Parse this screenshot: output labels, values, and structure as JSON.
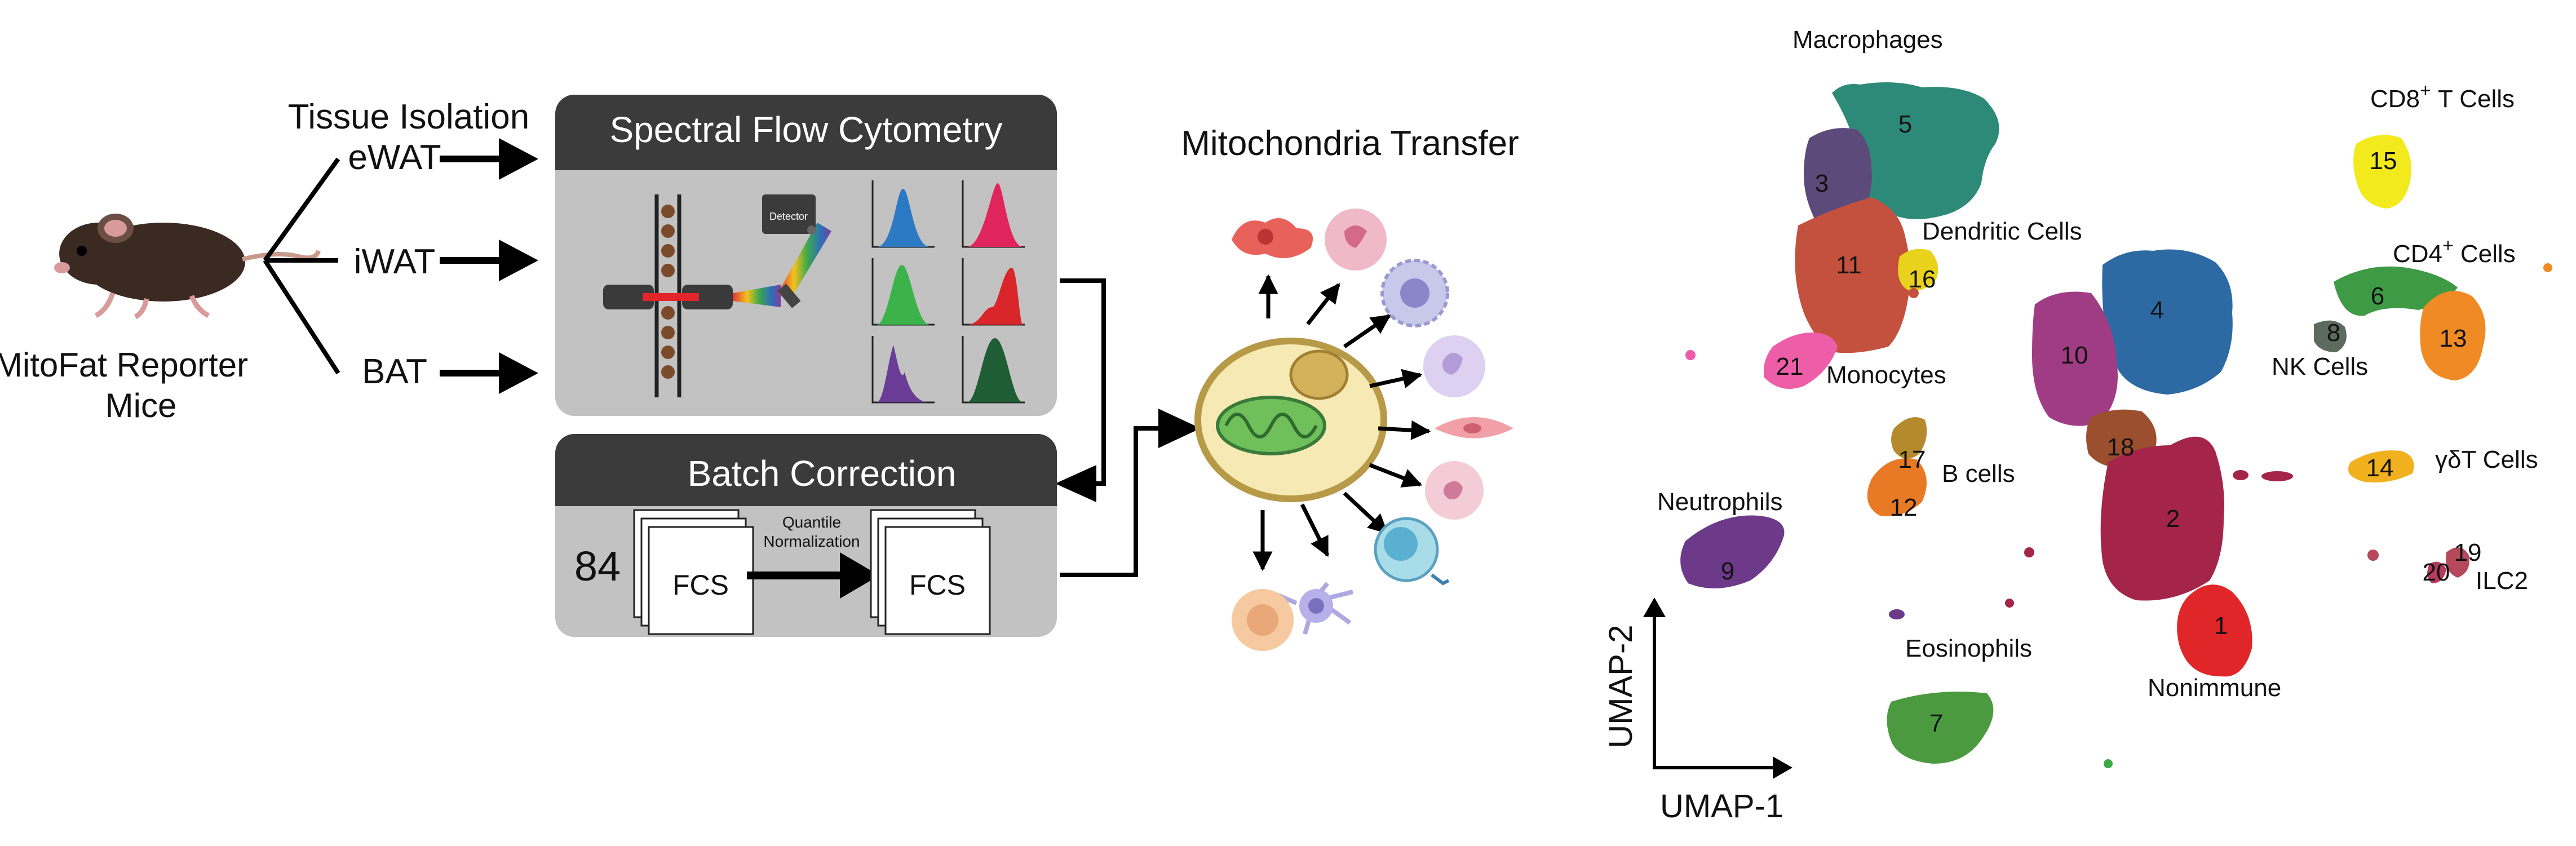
{
  "mouse": {
    "label_line1": "MitoFat Reporter",
    "label_line2": "Mice"
  },
  "tissue": {
    "title": "Tissue Isolation",
    "items": [
      "eWAT",
      "iWAT",
      "BAT"
    ]
  },
  "flow_panel": {
    "title": "Spectral Flow Cytometry",
    "detector_label": "Detector"
  },
  "batch_panel": {
    "title": "Batch Correction",
    "count": "84",
    "file_label": "FCS",
    "method_line1": "Quantile",
    "method_line2": "Normalization"
  },
  "transfer": {
    "title": "Mitochondria Transfer"
  },
  "umap": {
    "xlabel": "UMAP-1",
    "ylabel": "UMAP-2",
    "labels": {
      "macrophages": "Macrophages",
      "dendritic": "Dendritic Cells",
      "monocytes": "Monocytes",
      "neutrophils": "Neutrophils",
      "bcells": "B cells",
      "eosinophils": "Eosinophils",
      "nonimmune": "Nonimmune",
      "cd8": "CD8",
      "cd8_sup": "+",
      "cd8_rest": "T Cells",
      "cd4": "CD4",
      "cd4_sup": "+",
      "cd4_rest": "Cells",
      "nk": "NK Cells",
      "gdt": "γδT Cells",
      "ilc2": "ILC2"
    },
    "clusters": [
      {
        "id": "1",
        "color": "#e02629"
      },
      {
        "id": "2",
        "color": "#a5244a"
      },
      {
        "id": "3",
        "color": "#5b4a7a"
      },
      {
        "id": "4",
        "color": "#2d6aa3"
      },
      {
        "id": "5",
        "color": "#2e8a78"
      },
      {
        "id": "6",
        "color": "#3e9a44"
      },
      {
        "id": "7",
        "color": "#4c9a3f"
      },
      {
        "id": "8",
        "color": "#5d6b5e"
      },
      {
        "id": "9",
        "color": "#6c3a88"
      },
      {
        "id": "10",
        "color": "#a03c84"
      },
      {
        "id": "11",
        "color": "#c4513e"
      },
      {
        "id": "12",
        "color": "#e87a25"
      },
      {
        "id": "13",
        "color": "#f08a25"
      },
      {
        "id": "14",
        "color": "#f1b11f"
      },
      {
        "id": "15",
        "color": "#f2ea1c"
      },
      {
        "id": "16",
        "color": "#e8d21c"
      },
      {
        "id": "17",
        "color": "#b58a2d"
      },
      {
        "id": "18",
        "color": "#9b4f2e"
      },
      {
        "id": "19",
        "color": "#b5485a"
      },
      {
        "id": "20",
        "color": "#b43b5c"
      },
      {
        "id": "21",
        "color": "#ee5da8"
      }
    ]
  },
  "colors": {
    "panel_header": "#3b3b3b",
    "panel_body": "#c2c2c2",
    "arrow": "#000000"
  }
}
